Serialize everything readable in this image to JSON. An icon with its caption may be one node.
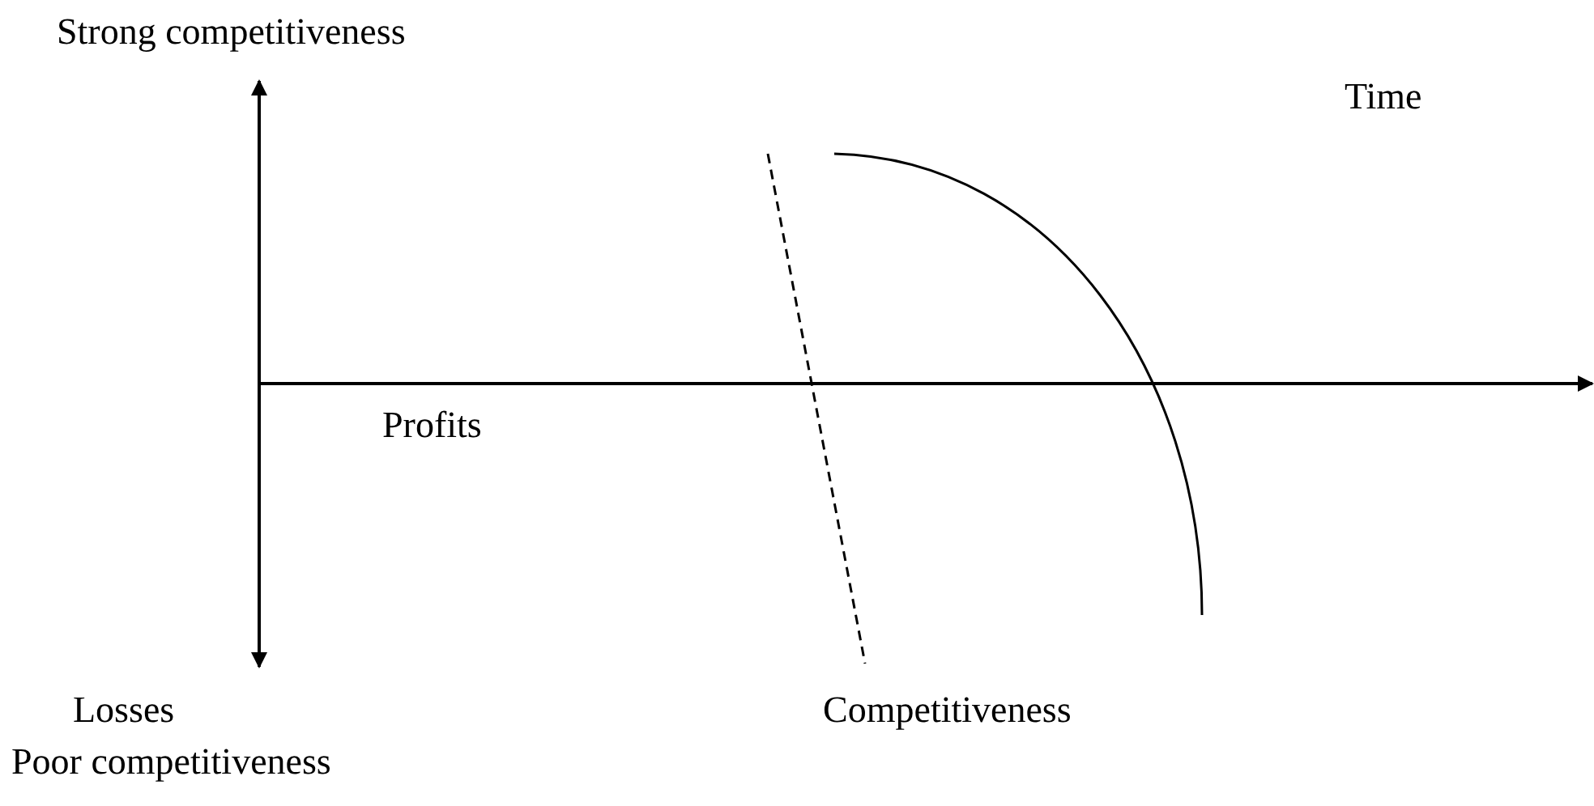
{
  "diagram": {
    "labels": [
      "Strong competitiveness",
      "Time",
      "Profits",
      "Losses",
      "Competitiveness",
      "Poor competitiveness"
    ]
  }
}
